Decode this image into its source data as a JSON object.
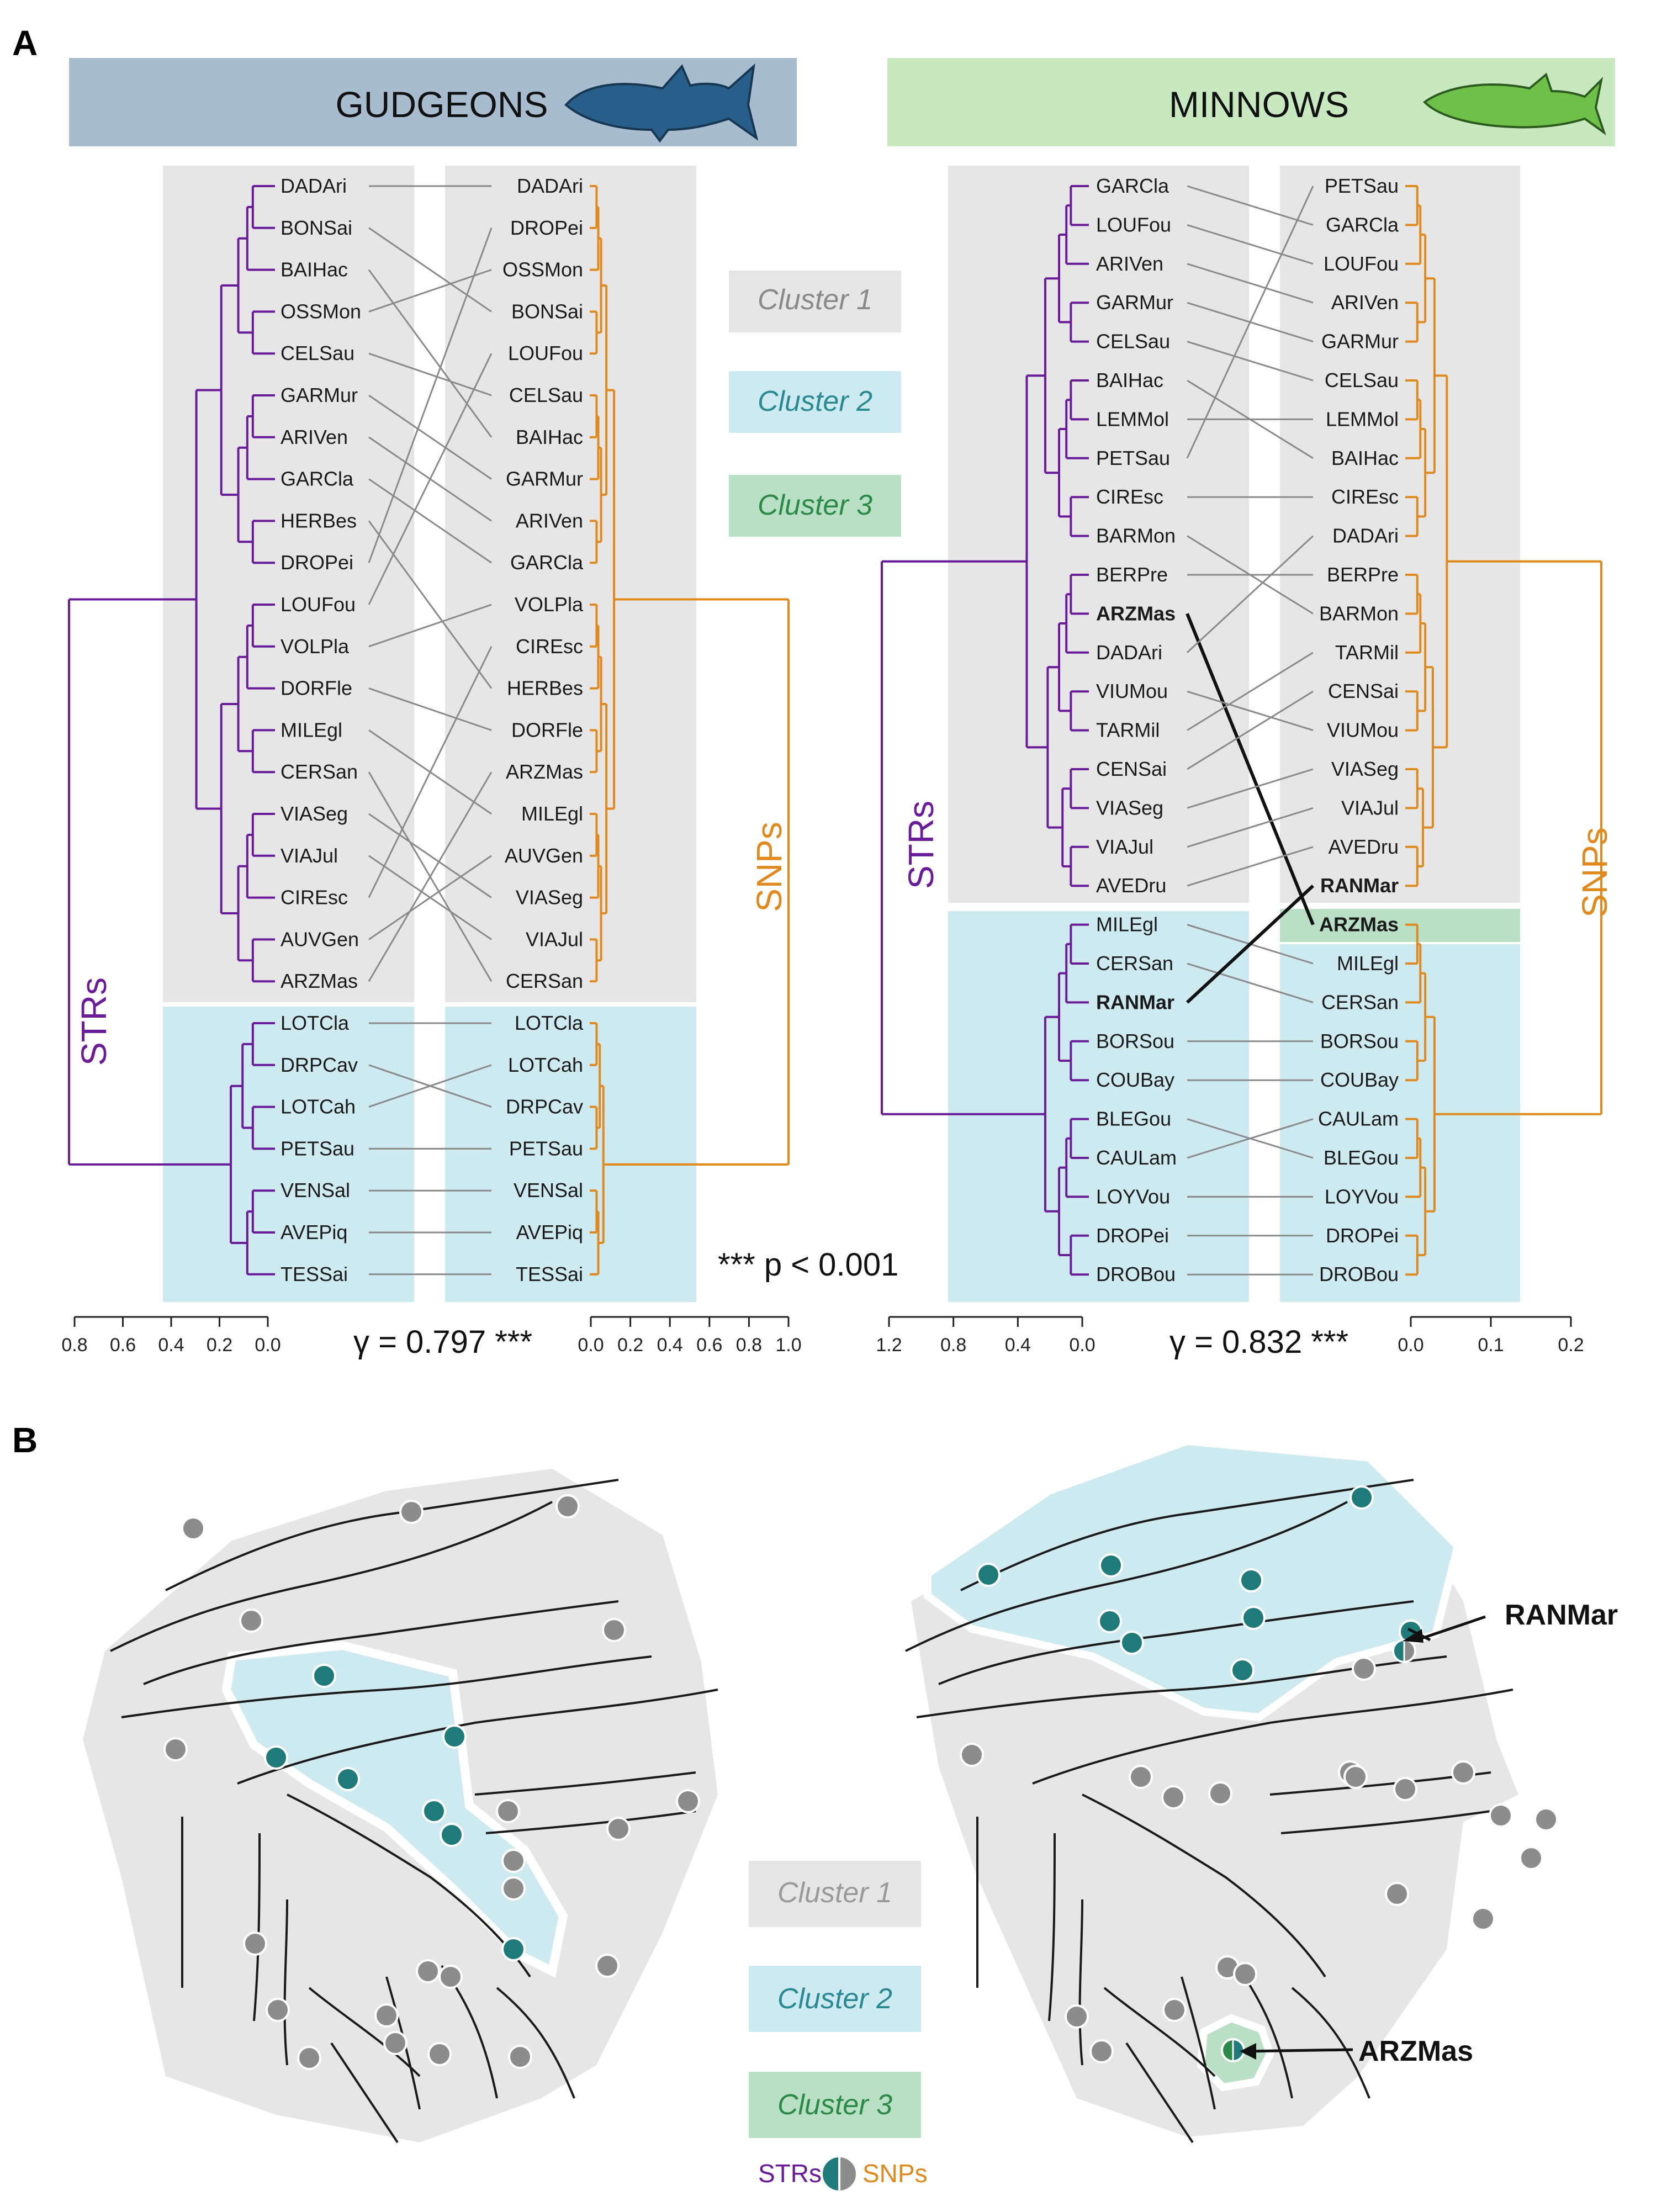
{
  "panel_a": {
    "letter": "A"
  },
  "panel_b": {
    "letter": "B"
  },
  "colors": {
    "strs": "#6a1b9a",
    "snps": "#e08a1e",
    "cluster1": "#e6e6e6",
    "cluster2": "#cdeaf0",
    "cluster3": "#b9e0c5",
    "gudgeons_banner": "#a8bccf",
    "minnows_banner": "#c8e8c0",
    "gudgeon_fish": "#275f8a",
    "minnow_fish": "#6dc048",
    "site_grey": "#8c8c8c",
    "site_teal": "#1f7a7a"
  },
  "icons": {
    "gudgeon": "gudgeon-fish-icon",
    "minnow": "minnow-fish-icon"
  },
  "gudgeons": {
    "title": "GUDGEONS",
    "str_label": "STRs",
    "snp_label": "SNPs",
    "gamma": "γ = 0.797 ***",
    "left_labels": [
      "DADAri",
      "BONSai",
      "BAIHac",
      "OSSMon",
      "CELSau",
      "GARMur",
      "ARIVen",
      "GARCla",
      "HERBes",
      "DROPei",
      "LOUFou",
      "VOLPla",
      "DORFle",
      "MILEgl",
      "CERSan",
      "VIASeg",
      "VIAJul",
      "CIREsc",
      "AUVGen",
      "ARZMas",
      "LOTCla",
      "DRPCav",
      "LOTCah",
      "PETSau",
      "VENSal",
      "AVEPiq",
      "TESSai"
    ],
    "right_labels": [
      "DADAri",
      "DROPei",
      "OSSMon",
      "BONSai",
      "LOUFou",
      "CELSau",
      "BAIHac",
      "GARMur",
      "ARIVen",
      "GARCla",
      "VOLPla",
      "CIREsc",
      "HERBes",
      "DORFle",
      "ARZMas",
      "MILEgl",
      "AUVGen",
      "VIASeg",
      "VIAJul",
      "CERSan",
      "LOTCla",
      "LOTCah",
      "DRPCav",
      "PETSau",
      "VENSal",
      "AVEPiq",
      "TESSai"
    ],
    "left_axis_ticks": [
      "0.8",
      "0.6",
      "0.4",
      "0.2",
      "0.0"
    ],
    "right_axis_ticks": [
      "0.0",
      "0.2",
      "0.4",
      "0.6",
      "0.8",
      "1.0"
    ]
  },
  "minnows": {
    "title": "MINNOWS",
    "str_label": "STRs",
    "snp_label": "SNPs",
    "gamma": "γ = 0.832 ***",
    "left_labels": [
      "GARCla",
      "LOUFou",
      "ARIVen",
      "GARMur",
      "CELSau",
      "BAIHac",
      "LEMMol",
      "PETSau",
      "CIREsc",
      "BARMon",
      "BERPre",
      "ARZMas",
      "DADAri",
      "VIUMou",
      "TARMil",
      "CENSai",
      "VIASeg",
      "VIAJul",
      "AVEDru",
      "MILEgl",
      "CERSan",
      "RANMar",
      "BORSou",
      "COUBay",
      "BLEGou",
      "CAULam",
      "LOYVou",
      "DROPei",
      "DROBou"
    ],
    "right_labels": [
      "PETSau",
      "GARCla",
      "LOUFou",
      "ARIVen",
      "GARMur",
      "CELSau",
      "LEMMol",
      "BAIHac",
      "CIREsc",
      "DADAri",
      "BERPre",
      "BARMon",
      "TARMil",
      "CENSai",
      "VIUMou",
      "VIASeg",
      "VIAJul",
      "AVEDru",
      "RANMar",
      "ARZMas",
      "MILEgl",
      "CERSan",
      "BORSou",
      "COUBay",
      "CAULam",
      "BLEGou",
      "LOYVou",
      "DROPei",
      "DROBou"
    ],
    "left_axis_ticks": [
      "1.2",
      "0.8",
      "0.4",
      "0.0"
    ],
    "right_axis_ticks": [
      "0.0",
      "0.1",
      "0.2"
    ]
  },
  "legend": {
    "cluster1": "Cluster 1",
    "cluster2": "Cluster 2",
    "cluster3": "Cluster 3"
  },
  "pvalue": "*** p < 0.001",
  "map_labels": {
    "ranmar": "RANMar",
    "arzmas": "ARZMas"
  },
  "marker_legend": {
    "strs": "STRs",
    "snps": "SNPs"
  }
}
